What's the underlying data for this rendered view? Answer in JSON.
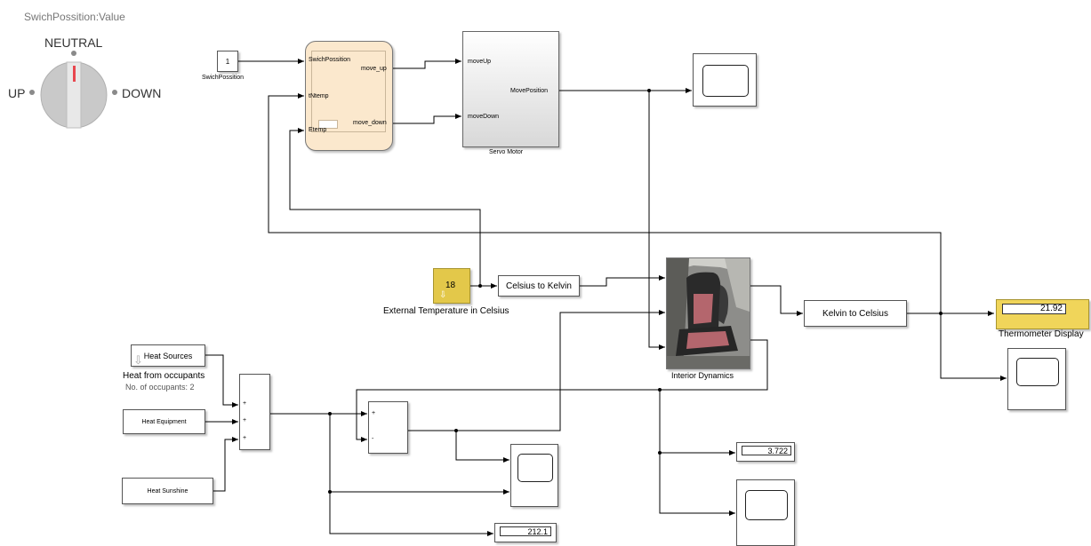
{
  "knob": {
    "signal_label": "SwichPossition:Value",
    "neutral_label": "NEUTRAL",
    "up_label": "UP",
    "down_label": "DOWN"
  },
  "blocks": {
    "switch_constant": {
      "value": "1",
      "caption": "SwichPossition"
    },
    "chart": {
      "in_switch": "SwichPossition",
      "in_ntemp": "tNtemp",
      "in_etemp": "Etemp",
      "out_up": "move_up",
      "out_down": "move_down"
    },
    "servo": {
      "in_up": "moveUp",
      "in_down": "moveDown",
      "out_pos": "MovePosition",
      "caption": "Servo Motor"
    },
    "ext_temp": {
      "value": "18",
      "caption": "External Temperature in Celsius"
    },
    "c2k": {
      "label": "Celsius to Kelvin"
    },
    "interior": {
      "caption": "Interior Dynamics"
    },
    "k2c": {
      "label": "Kelvin to Celsius"
    },
    "thermometer": {
      "value": "21.92",
      "caption": "Thermometer Display"
    },
    "heat_sources": {
      "label": "Heat Sources",
      "caption1": "Heat from occupants",
      "caption2": "No. of occupants: 2"
    },
    "heat_equipment": {
      "label": "Heat Equipment"
    },
    "heat_sunshine": {
      "label": "Heat Sunshine"
    },
    "sum3": {
      "signs": [
        "+",
        "+",
        "+"
      ]
    },
    "sum2": {
      "signs": [
        "+",
        "-"
      ]
    },
    "display_flow": {
      "value": "3.722"
    },
    "display_heat": {
      "value": "212.1"
    }
  },
  "colors": {
    "wire": "#000000",
    "chart_fill": "#fbe8cd",
    "constant_yellow": "#e3c84a",
    "display_yellow": "#f0d55a",
    "knob_pointer": "#e8474f"
  }
}
